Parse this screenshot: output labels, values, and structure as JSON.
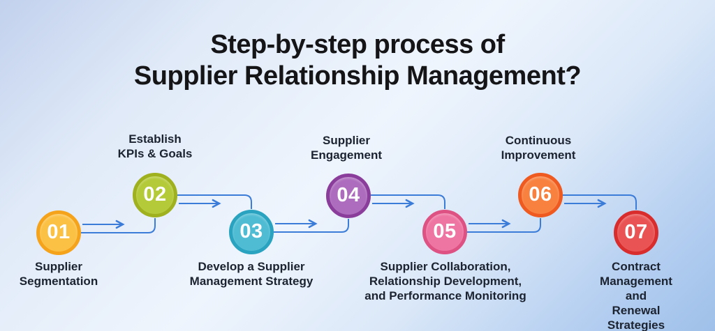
{
  "title": "Step-by-step process of\nSupplier Relationship Management?",
  "colors": {
    "connector": "#3B7CD8",
    "title_text": "#151518",
    "label_text": "#1C2330",
    "number_text": "#FFFFFF"
  },
  "steps": [
    {
      "number": "01",
      "label": "Supplier\nSegmentation",
      "label_position": "below",
      "ring_color": "#F5A31B",
      "fill_color": "#FBC145"
    },
    {
      "number": "02",
      "label": "Establish\nKPIs & Goals",
      "label_position": "above",
      "ring_color": "#9FB11E",
      "fill_color": "#B4CA39"
    },
    {
      "number": "03",
      "label": "Develop a Supplier\nManagement Strategy",
      "label_position": "below",
      "ring_color": "#29A3BF",
      "fill_color": "#4FBCD3"
    },
    {
      "number": "04",
      "label": "Supplier\nEngagement",
      "label_position": "above",
      "ring_color": "#8A3D9B",
      "fill_color": "#AD6CBD"
    },
    {
      "number": "05",
      "label": "Supplier Collaboration,\nRelationship Development,\nand Performance Monitoring",
      "label_position": "below",
      "ring_color": "#DE5183",
      "fill_color": "#EE74A1"
    },
    {
      "number": "06",
      "label": "Continuous\nImprovement",
      "label_position": "above",
      "ring_color": "#EF5A20",
      "fill_color": "#F8813F"
    },
    {
      "number": "07",
      "label": "Contract\nManagement and\nRenewal Strategies",
      "label_position": "below",
      "ring_color": "#D92D2D",
      "fill_color": "#E95353"
    }
  ]
}
